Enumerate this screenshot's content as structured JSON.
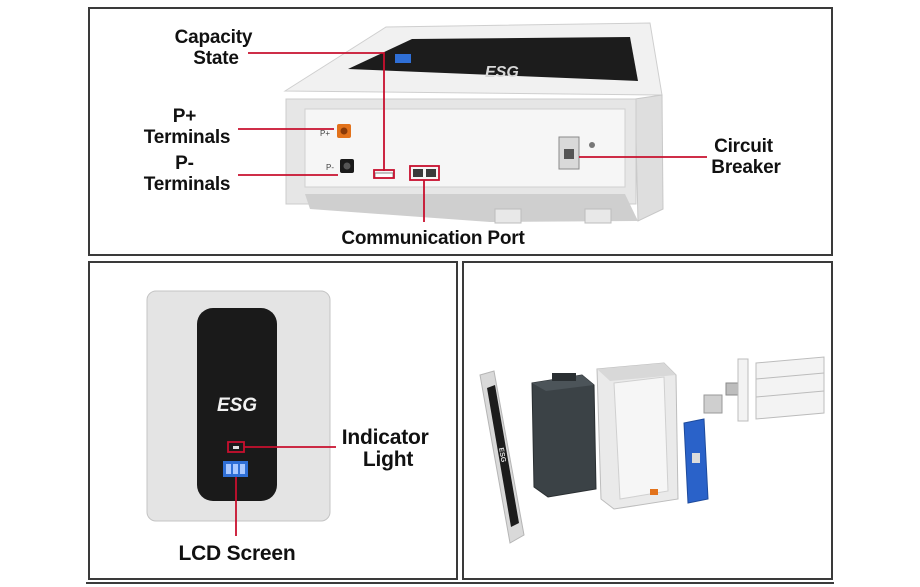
{
  "brand": {
    "logo_text": "ESG"
  },
  "top_panel": {
    "labels": {
      "capacity_state": [
        "Capacity",
        "State"
      ],
      "p_plus": [
        "P+",
        "Terminals"
      ],
      "p_minus": [
        "P-",
        "Terminals"
      ],
      "circuit_breaker": [
        "Circuit",
        "Breaker"
      ],
      "communication_port": "Communication Port"
    },
    "terminal_marks": {
      "plus": "P+",
      "minus": "P-"
    }
  },
  "front_panel": {
    "labels": {
      "indicator_light": [
        "Indicator",
        "Light"
      ],
      "lcd_screen": "LCD Screen"
    }
  },
  "colors": {
    "leader_line": "#c8102e",
    "housing": "#e4e4e4",
    "front_glass": "#1a1a1a",
    "terminal_orange": "#e2721b",
    "lcd_blue": "#2f6fd6",
    "bms_board_blue": "#2a62c9"
  }
}
